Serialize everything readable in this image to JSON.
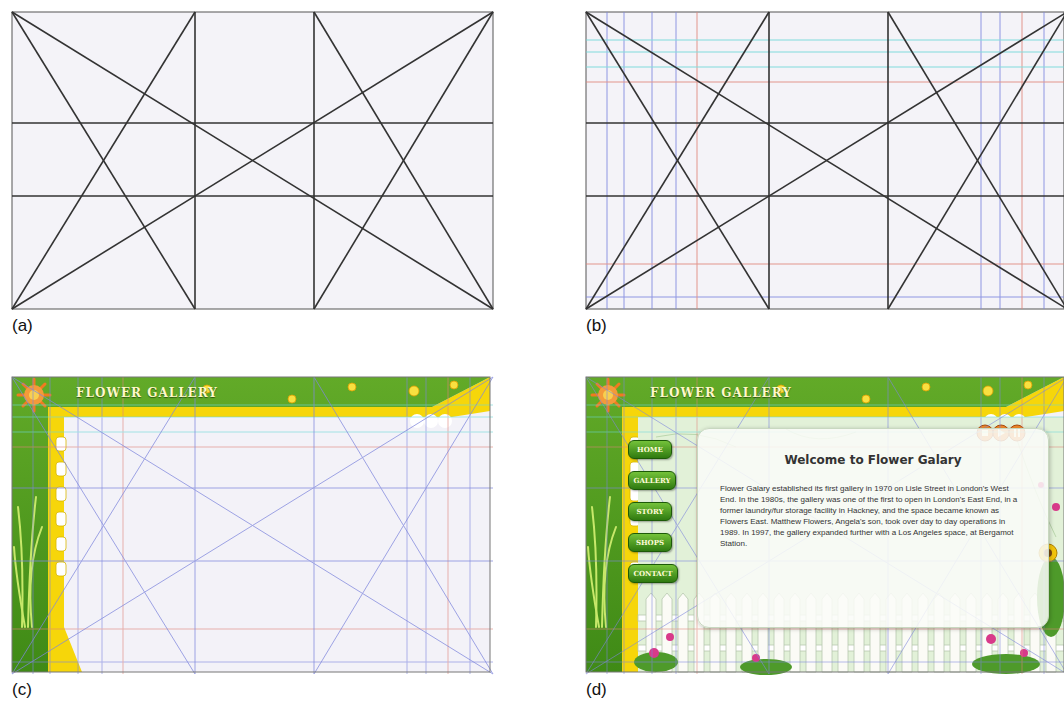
{
  "diagram": {
    "nodes": [
      {
        "text": [
          "HOME"
        ]
      },
      {
        "text": [
          "GALLERY"
        ]
      },
      {
        "text": [
          "STORY"
        ]
      },
      {
        "text": [
          "SHOPS"
        ]
      },
      {
        "text": [
          "CONTACT"
        ]
      },
      {
        "text": [
          "Welcome to Flower Galary",
          "Flower Galary established its first gallery in 1970 on Lisle Street in London's West End. In the 1980s, the gallery was one of the first to open in London's East End, in a former laundry/fur storage facility in Hackney, and the space became known as Flowers East. Matthew Flowers, Angela's son, took over day to day operations in 1989. In 1997, the gallery expanded further with a Los Angeles space, at Bergamot Station."
        ]
      }
    ],
    "labels": [
      "(a)",
      "(b)",
      "(c)",
      "FLOWER GALLERY",
      "(d)",
      "FLOWER GALLERY"
    ]
  }
}
